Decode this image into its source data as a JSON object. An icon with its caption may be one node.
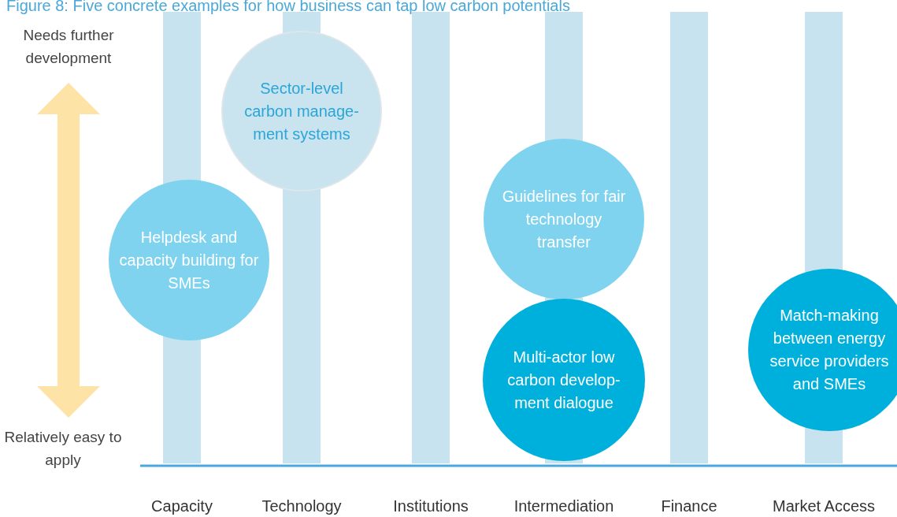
{
  "diagram": {
    "title": "Figure 8: Five concrete examples for how business can tap low carbon potentials",
    "nodes": [
      {
        "text": [
          "Helpdesk and capacity building for SMEs"
        ]
      },
      {
        "text": [
          "Sector-level carbon manage-ment systems"
        ]
      },
      {
        "text": [
          "Guidelines for fair technology transfer"
        ]
      },
      {
        "text": [
          "Multi-actor low carbon develop-ment dialogue"
        ]
      },
      {
        "text": [
          "Match-making between energy service providers and SMEs"
        ]
      }
    ],
    "labels": [
      "Needs further development",
      "Relatively easy to apply",
      "Capacity",
      "Technology",
      "Institutions",
      "Intermediation",
      "Finance",
      "Market Access"
    ]
  }
}
